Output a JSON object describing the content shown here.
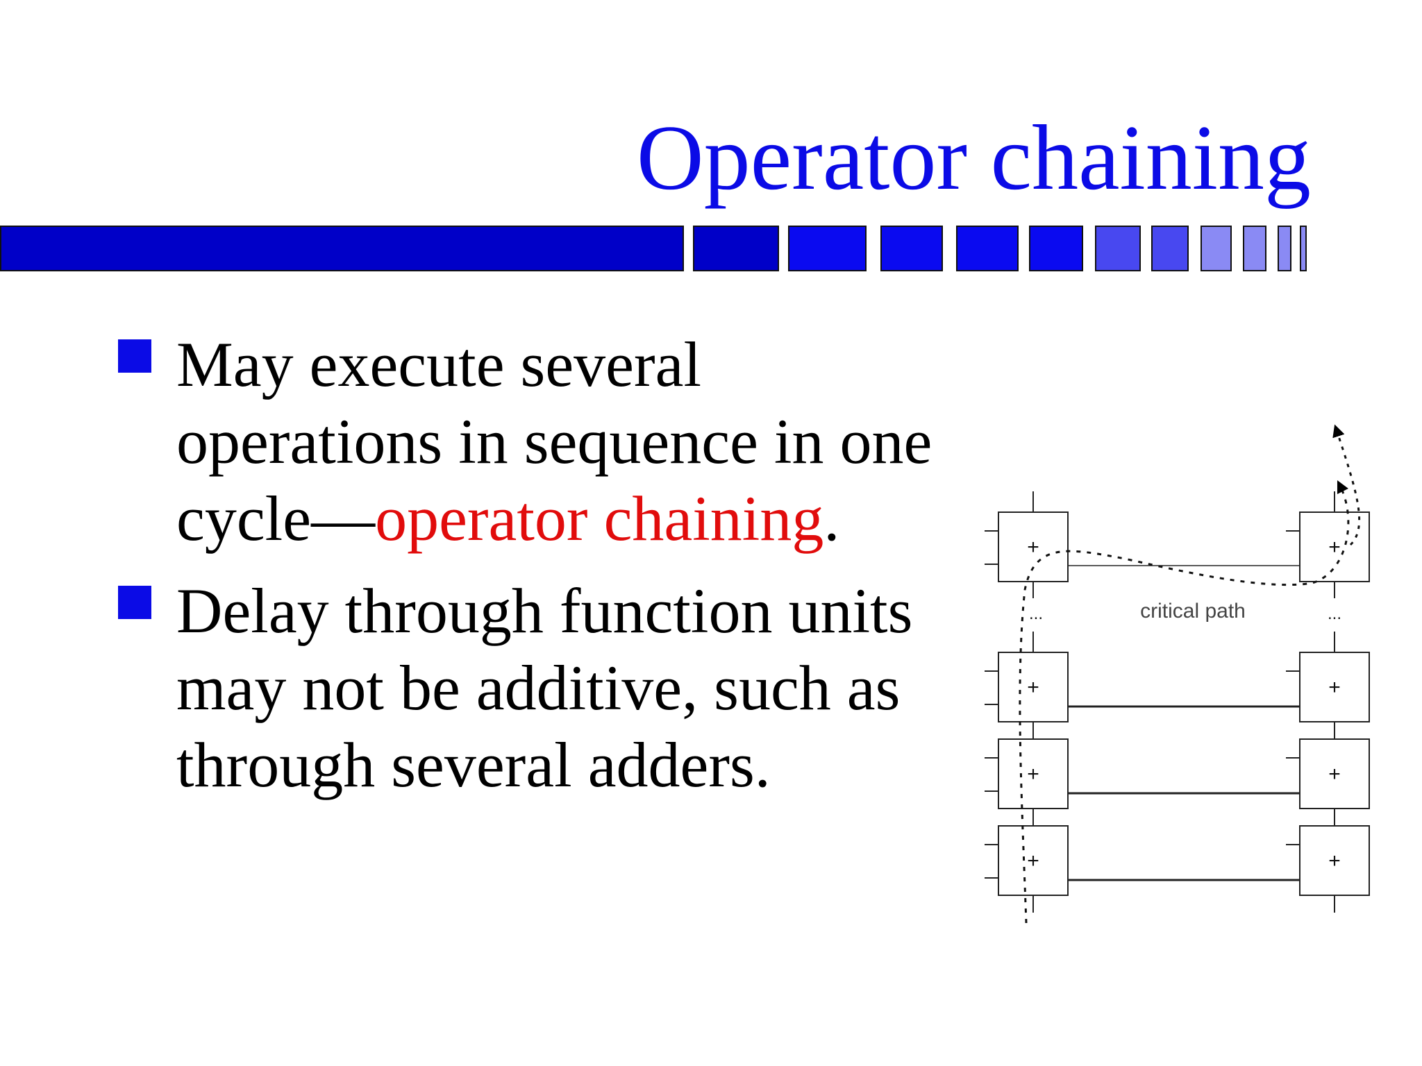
{
  "slide": {
    "title": "Operator chaining",
    "bullets": [
      {
        "text_before": "May execute several operations in sequence in one cycle—",
        "highlight": "operator chaining",
        "text_after": "."
      },
      {
        "text": "Delay through function units may not be additive, such as through several adders."
      }
    ]
  },
  "diagram": {
    "adder_symbol": "+",
    "ellipsis": "...",
    "critical_path_label": "critical path"
  },
  "colors": {
    "title": "#0b0be6",
    "bullet": "#0b0be6",
    "highlight": "#e10c0c",
    "bar_dark": "#0000c8",
    "bar_mid": "#0a0af0",
    "bar_light": "#4848f0",
    "bar_pale": "#8a8af4"
  }
}
